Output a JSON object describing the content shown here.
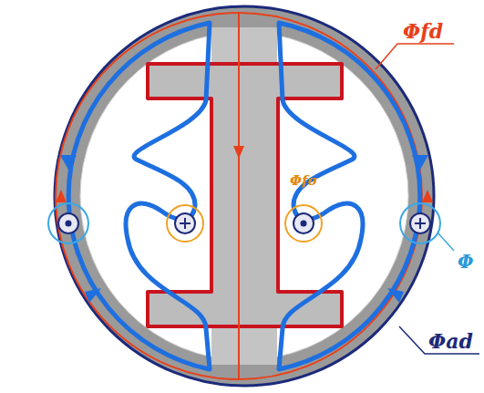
{
  "diagram": {
    "labels": [
      "Φfd",
      "Φfσ",
      "Φ",
      "Φad"
    ]
  }
}
